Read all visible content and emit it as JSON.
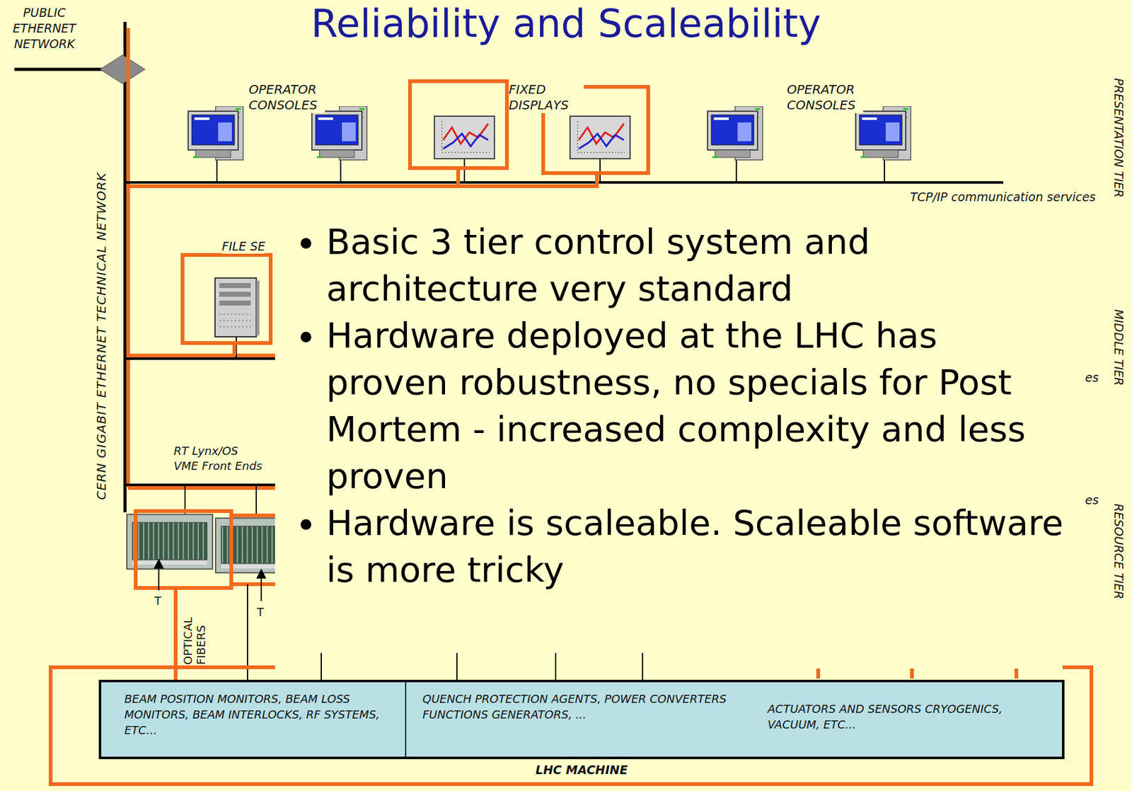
{
  "diagram": {
    "title": "Reliability and Scaleability",
    "nodes": [
      {
        "text": [
          "LHC MACHINE"
        ]
      },
      {
        "text": [
          "BEAM POSITION MONITORS, BEAM LOSS MONITORS, BEAM INTERLOCKS, RF SYSTEMS, ETC..."
        ],
        "in": 0
      },
      {
        "text": [
          "QUENCH PROTECTION AGENTS, POWER CONVERTERS FUNCTIONS GENERATORS, ..."
        ],
        "in": 0
      },
      {
        "text": [
          "ACTUATORS AND SENSORS CRYOGENICS, VACUUM, ETC..."
        ],
        "in": 0
      }
    ],
    "labels": [
      "PUBLIC ETHERNET NETWORK",
      "OPERATOR CONSOLES",
      "FIXED DISPLAYS",
      "OPERATOR CONSOLES",
      "TCP/IP communication services",
      "PRESENTATION TIER",
      "CERN GIGABIT ETHERNET TECHNICAL NETWORK",
      "FILE SE",
      "es",
      "MIDDLE TIER",
      "RT Lynx/OS VME Front Ends",
      "es",
      "RESOURCE TIER",
      "T",
      "T",
      "OPTICAL FIBERS",
      "Basic 3 tier control system and architecture very standard",
      "Hardware deployed at the LHC has proven robustness, no specials for Post Mortem - increased complexity and less proven",
      "Hardware is scaleable. Scaleable software is more tricky"
    ]
  }
}
